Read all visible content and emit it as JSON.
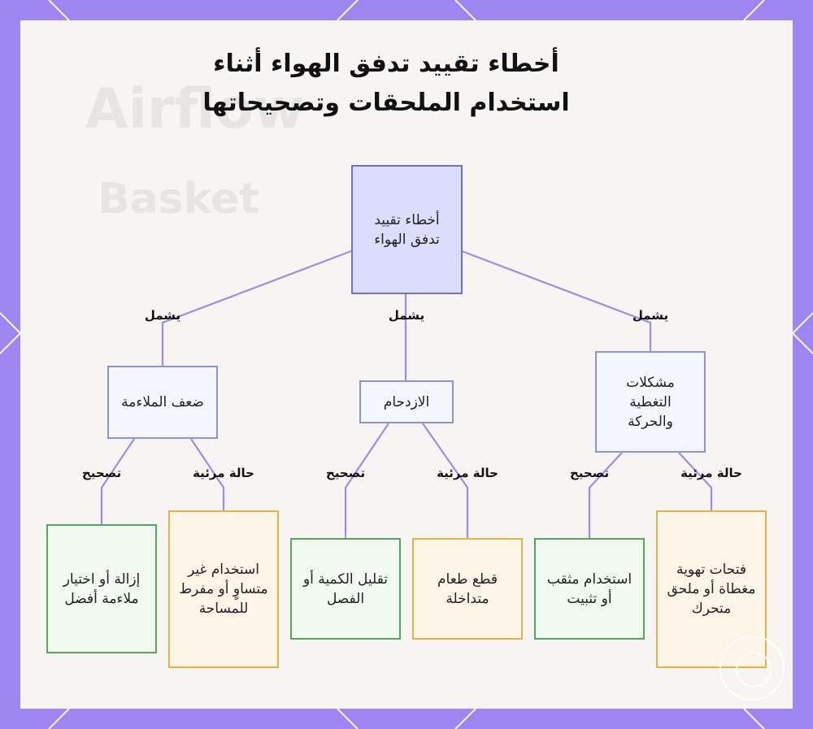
{
  "title": {
    "line1": "أخطاء تقييد تدفق الهواء أثناء",
    "line2": "استخدام الملحقات وتصحيحاتها"
  },
  "background": {
    "watermark1": "Airflow",
    "watermark2": "Basket"
  },
  "nodes": {
    "root": "أخطاء تقييد تدفق الهواء",
    "poor_fit": "ضعف الملاءمة",
    "crowding": "الازدحام",
    "coverage": "مشكلات التغطية والحركة",
    "fix_fit": "إزالة أو اختيار ملاءمة أفضل",
    "case_fit": "استخدام غير متساوٍ أو مفرط للمساحة",
    "fix_crowd": "تقليل الكمية أو الفصل",
    "case_crowd": "قطع طعام متداخلة",
    "fix_cover": "استخدام مثقب أو تثبيت",
    "case_cover": "فتحات تهوية مغطاة أو ملحق متحرك"
  },
  "edge_labels": {
    "includes": "يشمل",
    "fix": "تصحيح",
    "visual_case": "حالة مرئية"
  },
  "colors": {
    "frame": "#9f85f0",
    "edge": "#a08be6",
    "root_fill": "#dcdcff",
    "fix_border": "#55a85a",
    "case_border": "#e4b341"
  }
}
